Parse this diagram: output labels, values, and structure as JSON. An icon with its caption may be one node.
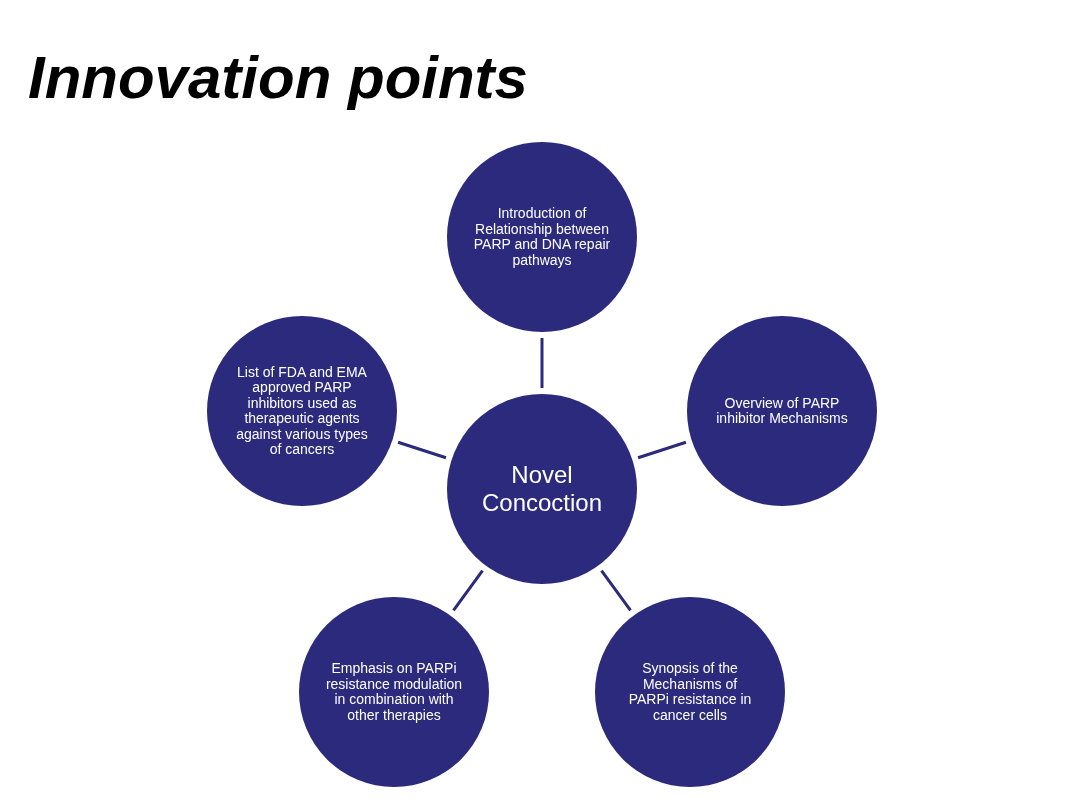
{
  "diagram": {
    "title": "Innovation points",
    "nodes": [
      {
        "text": [
          "Novel Concoction"
        ]
      },
      {
        "text": [
          "Introduction of Relationship between PARP and DNA repair pathways"
        ]
      },
      {
        "text": [
          "Overview of PARP inhibitor Mechanisms"
        ]
      },
      {
        "text": [
          "Synopsis of the Mechanisms of PARPi resistance in cancer cells"
        ]
      },
      {
        "text": [
          "Emphasis on PARPi resistance modulation in combination with other therapies"
        ]
      },
      {
        "text": [
          "List of FDA and EMA approved PARP inhibitors used as therapeutic agents against various types of cancers"
        ]
      }
    ],
    "edges": [
      {
        "from": 0,
        "to": 1,
        "arrow": "none"
      },
      {
        "from": 0,
        "to": 2,
        "arrow": "none"
      },
      {
        "from": 0,
        "to": 3,
        "arrow": "none"
      },
      {
        "from": 0,
        "to": 4,
        "arrow": "none"
      },
      {
        "from": 0,
        "to": 5,
        "arrow": "none"
      }
    ]
  }
}
